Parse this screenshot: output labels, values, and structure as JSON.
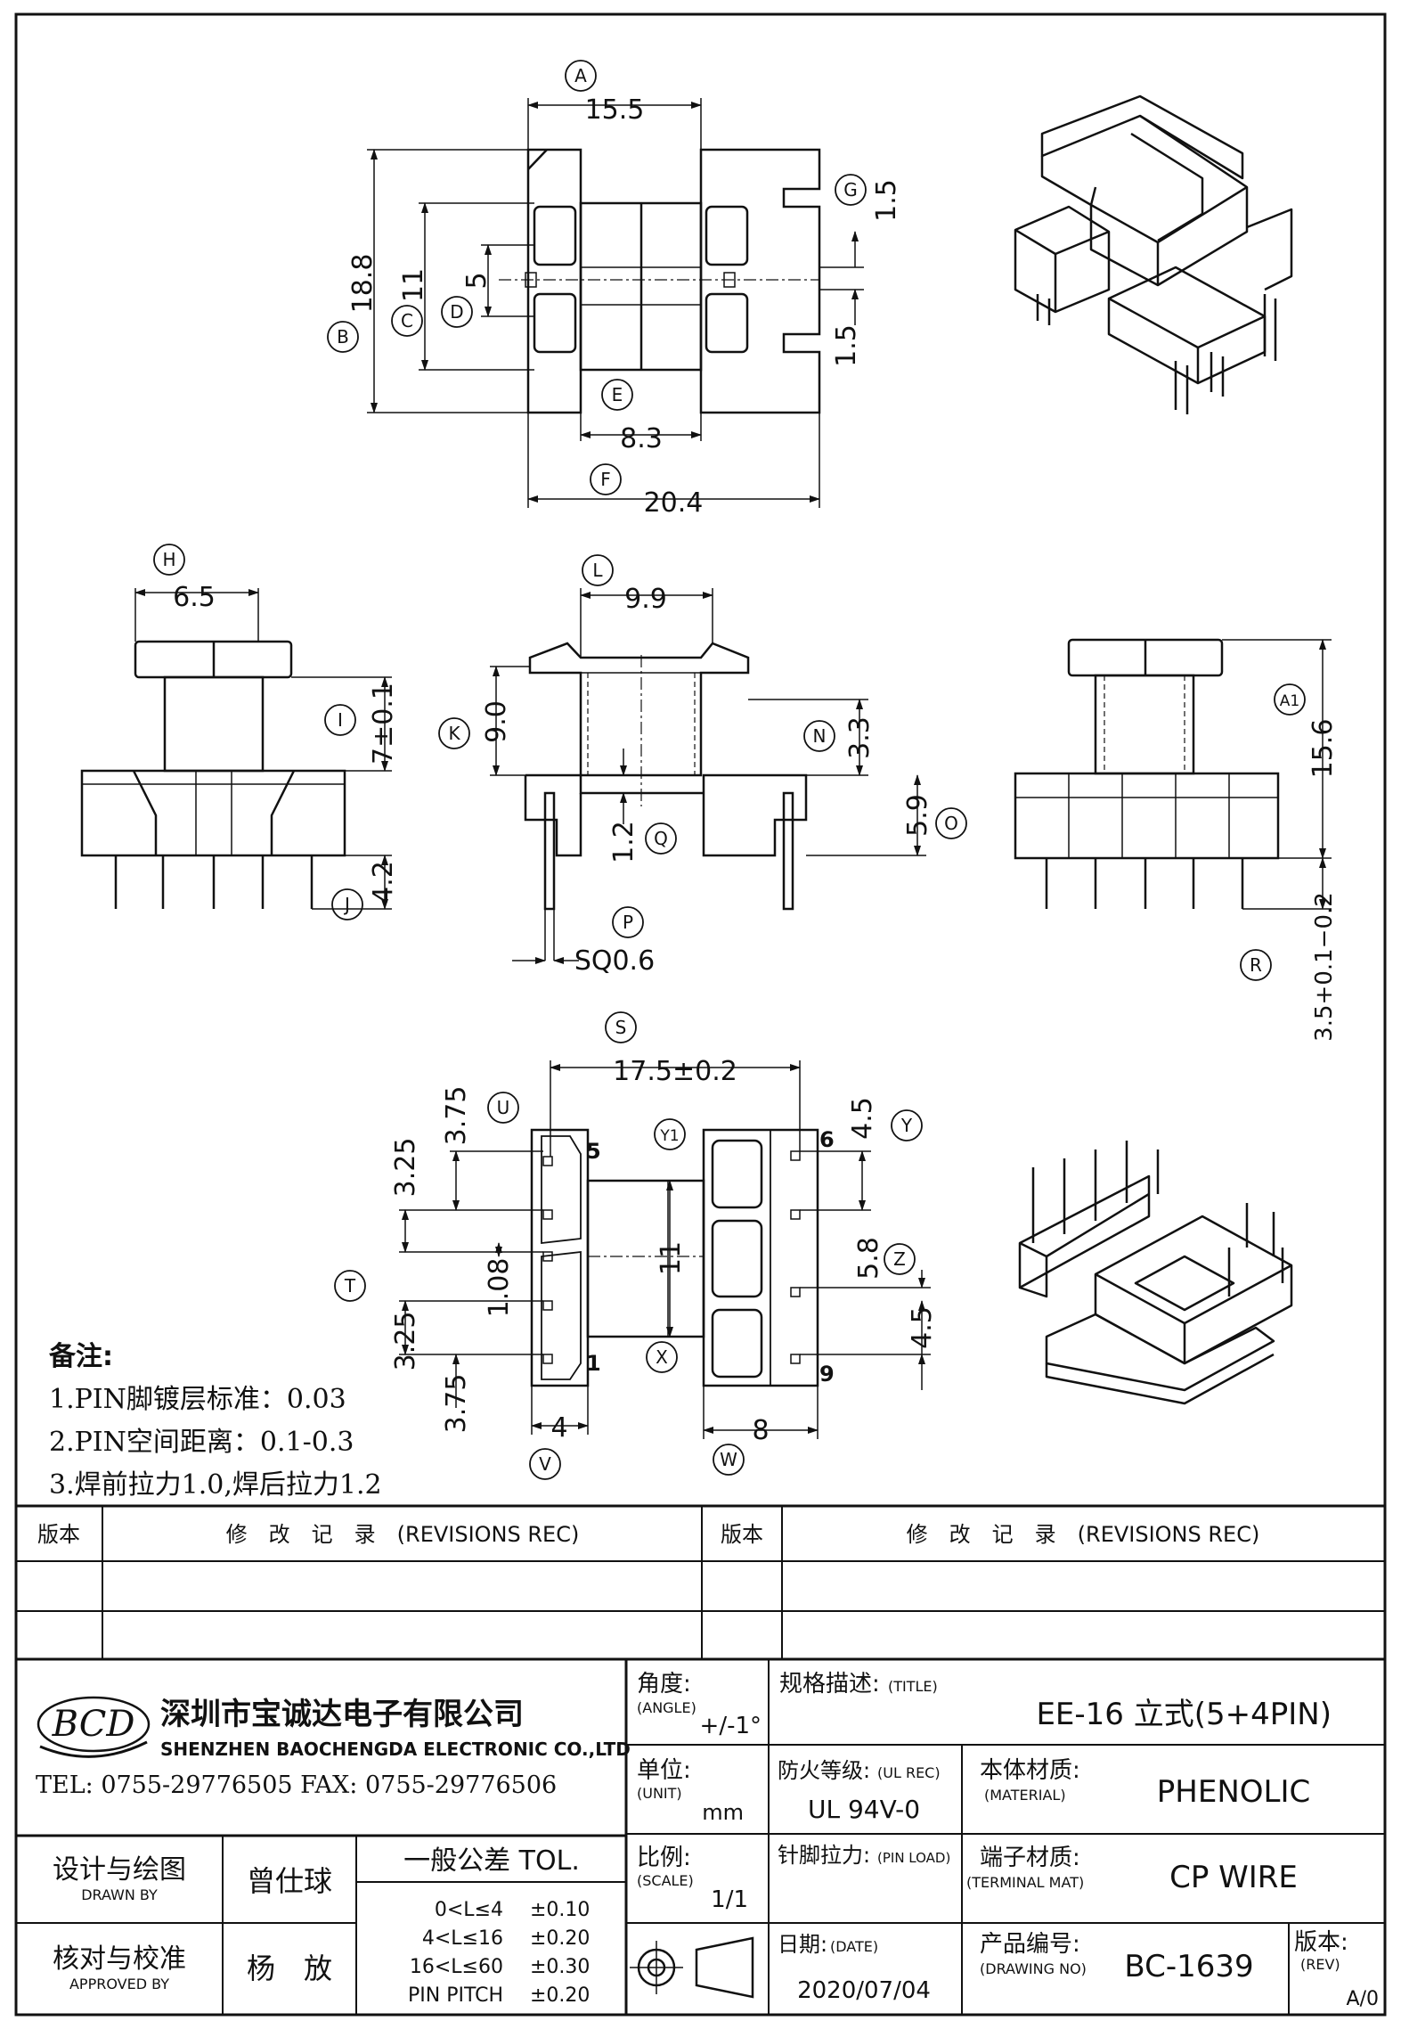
{
  "dims": {
    "A": "15.5",
    "B": "18.8",
    "C": "11",
    "D": "5",
    "G": "1.5",
    "G2": "1.5",
    "E": "8.3",
    "F": "20.4",
    "H": "6.5",
    "I": "7±0.1",
    "J": "4.2",
    "L": "9.9",
    "K": "9.0",
    "Q": "1.2",
    "N": "3.3",
    "O": "5.9",
    "P": "SQ0.6",
    "A1": "15.6",
    "R": "3.5+0.1−0.2",
    "S": "17.5±0.2",
    "U": "3.75",
    "T1": "3.25",
    "T2": "3.25",
    "T3": "3.75",
    "T_mid": "1.08",
    "Y": "4.5",
    "Z": "5.8",
    "Y2": "4.5",
    "Y1": "11",
    "V": "4",
    "W": "8"
  },
  "labels": {
    "A": "A",
    "B": "B",
    "C": "C",
    "D": "D",
    "E": "E",
    "F": "F",
    "G": "G",
    "H": "H",
    "I": "I",
    "J": "J",
    "K": "K",
    "L": "L",
    "N": "N",
    "O": "O",
    "P": "P",
    "Q": "Q",
    "R": "R",
    "S": "S",
    "T": "T",
    "U": "U",
    "V": "V",
    "W": "W",
    "X": "X",
    "Y": "Y",
    "Z": "Z",
    "Y1": "Y1",
    "A1": "A1"
  },
  "pins": {
    "p5": "5",
    "p1": "1",
    "p6": "6",
    "p9": "9"
  },
  "notes": {
    "title": "备注:",
    "n1": "1.PIN脚镀层标准：0.03",
    "n2": "2.PIN空间距离：0.1-0.3",
    "n3": "3.焊前拉力1.0,焊后拉力1.2"
  },
  "rev": {
    "ver": "版本",
    "rec": "修　改　记　录　(REVISIONS REC)"
  },
  "company": {
    "logo": "BCD",
    "name_cn": "深圳市宝诚达电子有限公司",
    "name_en": "SHENZHEN BAOCHENGDA ELECTRONIC CO.,LTD",
    "tel": "TEL: 0755-29776505  FAX: 0755-29776506"
  },
  "title_block": {
    "angle_label": "角度:",
    "angle_en": "(ANGLE)",
    "angle_val": "+/-1°",
    "title_label": "规格描述:",
    "title_en": "(TITLE)",
    "title_val": "EE-16 立式(5+4PIN)",
    "unit_label": "单位:",
    "unit_en": "(UNIT)",
    "unit_val": "mm",
    "ul_label": "防火等级:",
    "ul_en": "(UL REC)",
    "ul_val": "UL 94V-0",
    "mat_label": "本体材质:",
    "mat_en": "(MATERIAL)",
    "mat_val": "PHENOLIC",
    "drawn_label": "设计与绘图",
    "drawn_en": "DRAWN BY",
    "drawn_val": "曾仕球",
    "tol_label": "一般公差 TOL.",
    "tol1": "0<L≤4",
    "tol1v": "±0.10",
    "tol2": "4<L≤16",
    "tol2v": "±0.20",
    "tol3": "16<L≤60",
    "tol3v": "±0.30",
    "tol4": "PIN PITCH",
    "tol4v": "±0.20",
    "scale_label": "比例:",
    "scale_en": "(SCALE)",
    "scale_val": "1/1",
    "pin_label": "针脚拉力:",
    "pin_en": "(PIN LOAD)",
    "term_label": "端子材质:",
    "term_en": "(TERMINAL MAT)",
    "term_val": "CP WIRE",
    "appr_label": "核对与校准",
    "appr_en": "APPROVED BY",
    "appr_val": "杨　放",
    "date_label": "日期:",
    "date_en": "(DATE)",
    "date_val": "2020/07/04",
    "dwg_label": "产品编号:",
    "dwg_en": "(DRAWING NO)",
    "dwg_val": "BC-1639",
    "rev_label": "版本:",
    "rev_en": "(REV)",
    "rev_val": "A/0"
  }
}
